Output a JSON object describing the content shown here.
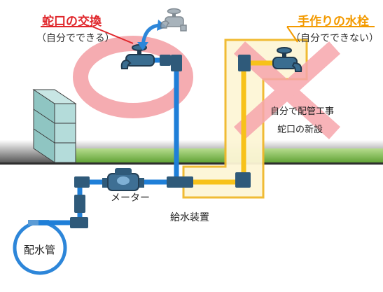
{
  "left_option": {
    "title": "蛇口の交換",
    "subtitle": "（自分でできる）",
    "accent_color": "#e0262b",
    "symbol": "circle-ok"
  },
  "right_option": {
    "title": "手作りの水栓",
    "subtitle": "（自分でできない）",
    "accent_color": "#f39a00",
    "symbol": "cross-ng"
  },
  "note": {
    "line1": "自分で配管工事",
    "line2": "蛇口の新設"
  },
  "labels": {
    "meter": "メーター",
    "supply_equipment": "給水装置",
    "water_main": "配水管"
  },
  "colors": {
    "pipe_blue": "#1f7fd8",
    "pipe_yellow": "#f7c21a",
    "ground_green": "#6aaa3a",
    "wall": "#a8d4d2",
    "ok_mark": "#f4a3a8",
    "ng_mark": "#f7a6ac",
    "highlight_box": "#fdf6d6"
  },
  "icons": [
    "faucet-icon",
    "swap-arrow-icon",
    "water-meter-icon",
    "block-wall"
  ]
}
